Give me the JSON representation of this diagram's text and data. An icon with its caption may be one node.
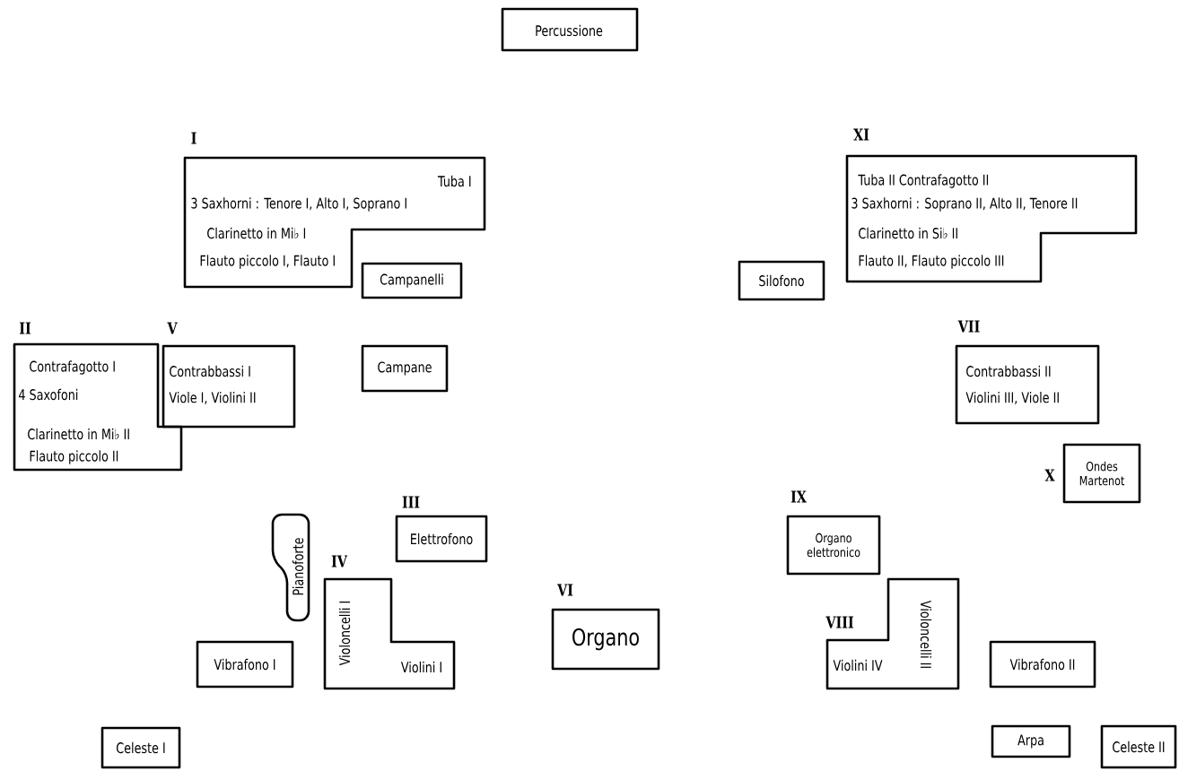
{
  "diagram": {
    "nodes": [
      {
        "text": [
          "Percussione"
        ]
      },
      {
        "text": [
          "I",
          "Tuba I",
          "3 Saxhorni : Tenore I, Alto I, Soprano I",
          "Clarinetto in Mi♭ I",
          "Flauto piccolo I, Flauto I"
        ]
      },
      {
        "text": [
          "Campanelli"
        ]
      },
      {
        "text": [
          "XI",
          "Tuba II  Contrafagotto II",
          "3 Saxhorni : Soprano II, Alto II, Tenore II",
          "Clarinetto in Si♭ II",
          "Flauto II, Flauto piccolo III"
        ]
      },
      {
        "text": [
          "Silofono"
        ]
      },
      {
        "text": [
          "II",
          "Contrafagotto I",
          "4 Saxofoni",
          "Clarinetto in Mi♭ II",
          "Flauto piccolo II"
        ]
      },
      {
        "text": [
          "V",
          "Contrabbassi I",
          "Viole I, Violini II"
        ]
      },
      {
        "text": [
          "Campane"
        ]
      },
      {
        "text": [
          "VII",
          "Contrabbassi II",
          "Violini III, Viole II"
        ]
      },
      {
        "text": [
          "X",
          "Ondes Martenot"
        ]
      },
      {
        "text": [
          "Pianoforte"
        ]
      },
      {
        "text": [
          "III",
          "Elettrofono"
        ]
      },
      {
        "text": [
          "IX",
          "Organo elettronico"
        ]
      },
      {
        "text": [
          "IV",
          "Violoncelli I",
          "Violini I"
        ]
      },
      {
        "text": [
          "VI",
          "Organo"
        ]
      },
      {
        "text": [
          "VIII",
          "Violini IV",
          "Violoncelli II"
        ]
      },
      {
        "text": [
          "Vibrafono I"
        ]
      },
      {
        "text": [
          "Vibrafono II"
        ]
      },
      {
        "text": [
          "Celeste I"
        ]
      },
      {
        "text": [
          "Arpa"
        ]
      },
      {
        "text": [
          "Celeste II"
        ]
      }
    ]
  }
}
